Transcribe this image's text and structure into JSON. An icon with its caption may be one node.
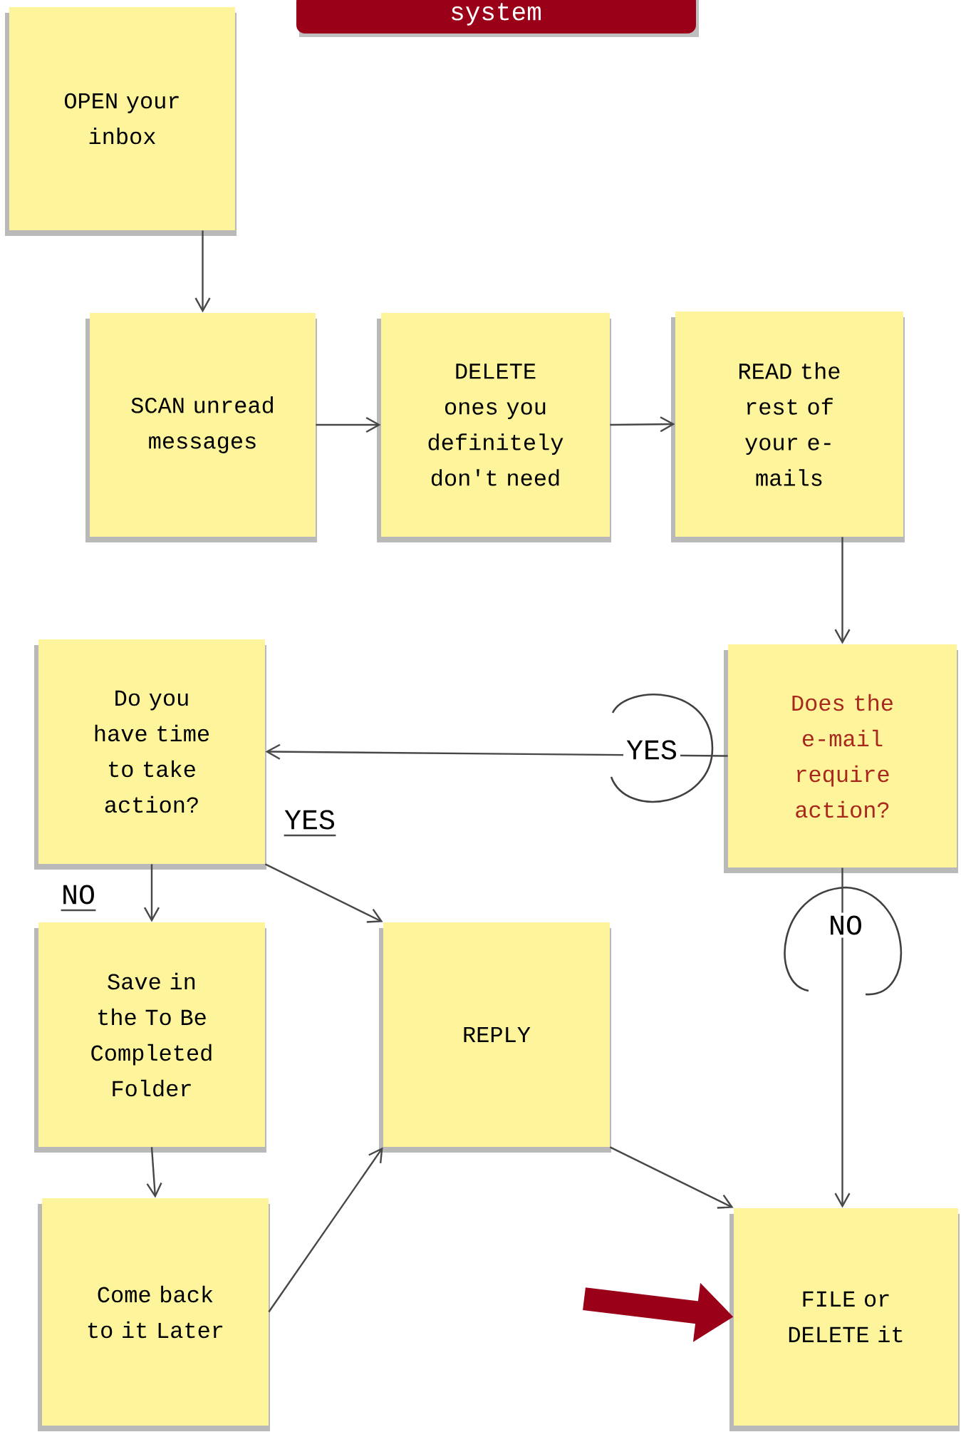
{
  "diagram": {
    "title": "system",
    "nodes": [
      {
        "text": [
          "OPEN your inbox"
        ]
      },
      {
        "text": [
          "SCAN unread messages"
        ]
      },
      {
        "text": [
          "DELETE ones you definitely don't need"
        ]
      },
      {
        "text": [
          "READ the rest of your e-mails"
        ]
      },
      {
        "text": [
          "Does the e-mail require action?"
        ]
      },
      {
        "text": [
          "Do you have time to take action?"
        ]
      },
      {
        "text": [
          "Save in the To Be Completed Folder"
        ]
      },
      {
        "text": [
          "REPLY"
        ]
      },
      {
        "text": [
          "Come back to it Later"
        ]
      },
      {
        "text": [
          "FILE or DELETE it"
        ]
      }
    ],
    "edges": [
      {
        "from": 0,
        "to": 1,
        "arrow": "to"
      },
      {
        "from": 1,
        "to": 2,
        "arrow": "to"
      },
      {
        "from": 2,
        "to": 3,
        "arrow": "to"
      },
      {
        "from": 3,
        "to": 4,
        "arrow": "to"
      },
      {
        "from": 4,
        "to": 5,
        "arrow": "to",
        "label": "YES"
      },
      {
        "from": 5,
        "to": 7,
        "arrow": "to",
        "label": "YES"
      },
      {
        "from": 5,
        "to": 6,
        "arrow": "to",
        "label": "NO"
      },
      {
        "from": 6,
        "to": 8,
        "arrow": "to"
      },
      {
        "from": 8,
        "to": 7,
        "arrow": "to"
      },
      {
        "from": 7,
        "to": 9,
        "arrow": "to"
      },
      {
        "from": 4,
        "to": 9,
        "arrow": "to",
        "label": "NO"
      },
      {
        "from": null,
        "to": 9,
        "arrow": "to",
        "style": "thick",
        "color": "#9b0019"
      }
    ]
  }
}
